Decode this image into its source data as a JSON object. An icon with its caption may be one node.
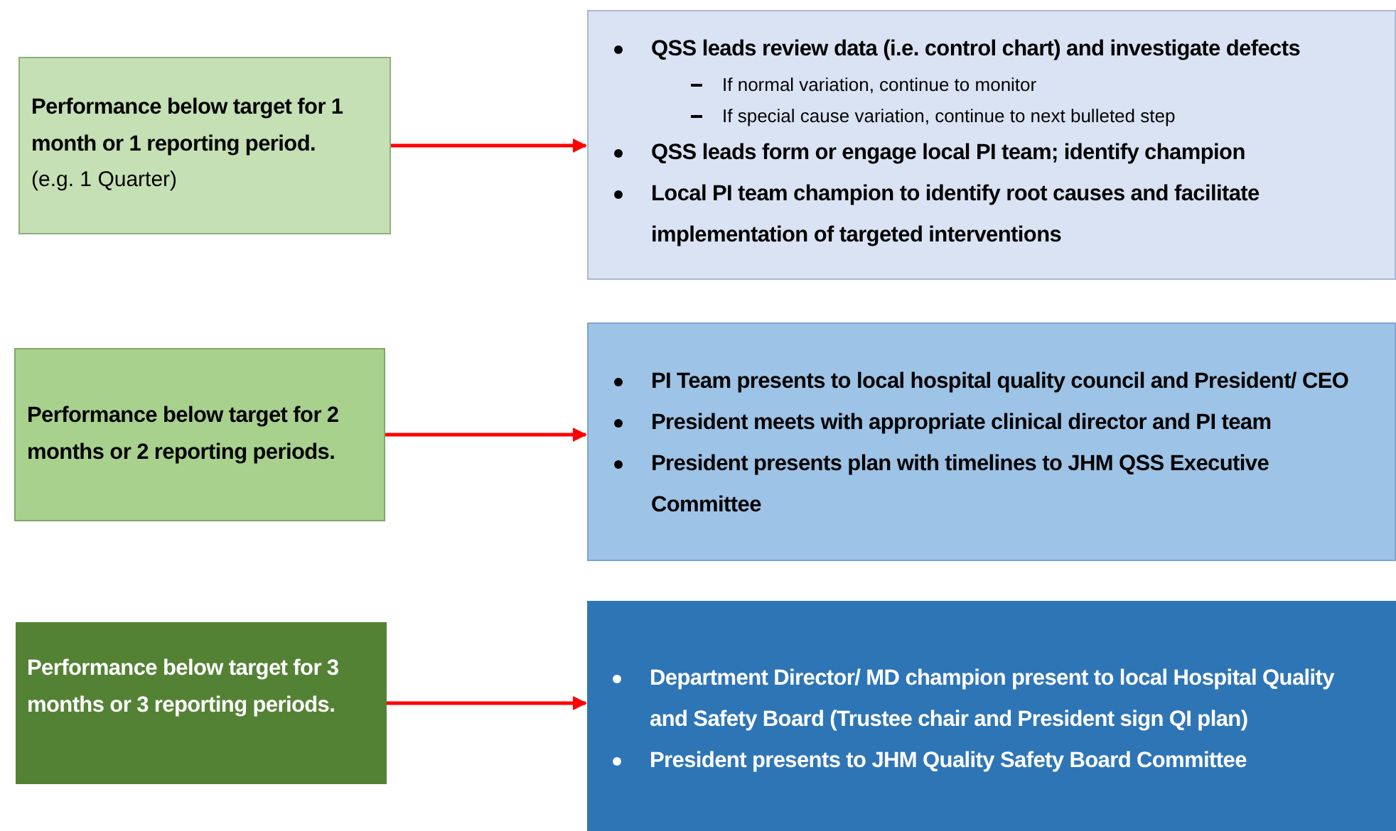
{
  "diagram": {
    "nodes": [
      {
        "text": [
          "Performance below target for 1 month or 1 reporting period.",
          "(e.g. 1 Quarter)"
        ]
      },
      {
        "text": [
          "QSS leads review data (i.e. control chart) and investigate defects",
          "If normal variation, continue to monitor",
          "If special cause variation, continue to next bulleted step",
          "QSS leads form or engage local PI team; identify champion",
          "Local PI team champion to identify root causes and facilitate implementation of targeted interventions"
        ]
      },
      {
        "text": [
          "Performance below target for 2 months or 2 reporting periods."
        ]
      },
      {
        "text": [
          "PI Team presents to local hospital quality council and President/ CEO",
          "President meets with appropriate clinical director and PI team",
          "President presents plan with timelines to JHM QSS Executive Committee"
        ]
      },
      {
        "text": [
          "Performance below target for 3 months or 3 reporting periods."
        ]
      },
      {
        "text": [
          "Department Director/ MD champion present  to local Hospital Quality and Safety Board (Trustee chair and President sign QI plan)",
          "President presents to JHM Quality Safety Board Committee"
        ]
      }
    ],
    "edges": [
      {
        "from": 0,
        "to": 1,
        "arrow": "to",
        "color": "#ff0000"
      },
      {
        "from": 2,
        "to": 3,
        "arrow": "to",
        "color": "#ff0000"
      },
      {
        "from": 4,
        "to": 5,
        "arrow": "to",
        "color": "#ff0000"
      }
    ]
  }
}
